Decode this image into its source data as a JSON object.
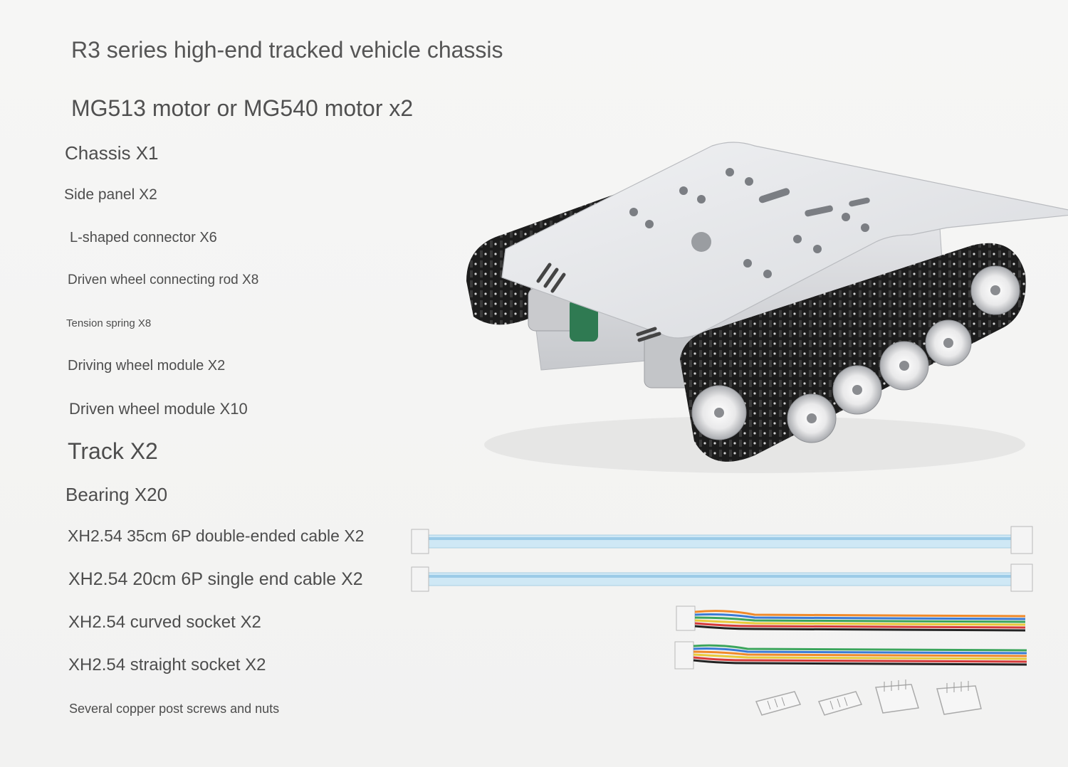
{
  "title": "R3 series high-end tracked vehicle chassis",
  "subtitle": "MG513 motor or MG540 motor x2",
  "items": [
    "Chassis X1",
    "Side panel X2",
    "L-shaped connector X6",
    "Driven wheel connecting rod X8",
    "Tension spring X8",
    "Driving wheel module X2",
    "Driven wheel module X10",
    "Track X2",
    "Bearing X20",
    "XH2.54 35cm 6P double-ended cable X2",
    "XH2.54 20cm 6P single end cable X2",
    "XH2.54 curved socket X2",
    "XH2.54 straight socket X2",
    "Several copper post screws and nuts"
  ],
  "colors": {
    "background": "#f4f4f3",
    "text": "#4d4d4d",
    "chassis_plate": "#e6e7ea",
    "track": "#1b1b1b",
    "cable_blue": "#bfe0f2"
  },
  "images": [
    "tracked-chassis-photo",
    "blue-ribbon-cable-photo",
    "rainbow-wire-cable-photo",
    "connector-socket-photo"
  ]
}
